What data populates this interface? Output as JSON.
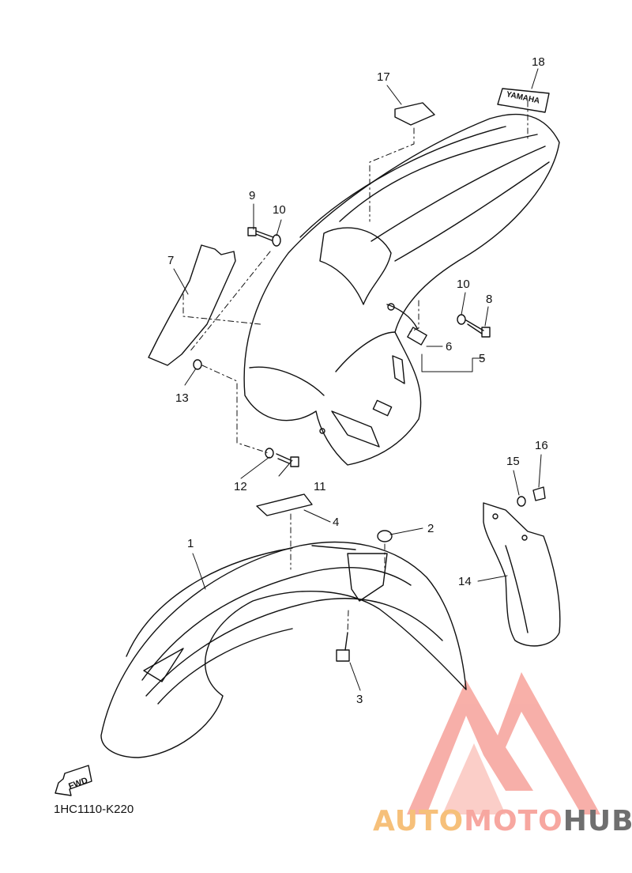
{
  "diagram": {
    "part_code": "1HC1110-K220",
    "fwd_label": "FWD",
    "decal_text": "YAMAHA",
    "callouts": [
      "1",
      "2",
      "3",
      "4",
      "5",
      "6",
      "7",
      "8",
      "9",
      "10",
      "10",
      "11",
      "12",
      "13",
      "14",
      "15",
      "16",
      "17",
      "18"
    ]
  },
  "watermark": {
    "part1": "AUTO",
    "part2": "MOTO",
    "part3": "HUB",
    "colors": {
      "auto": "#f6c07a",
      "moto": "#f7a7a0",
      "hub": "#6f6f6f",
      "logo": "#f7a7a0"
    }
  }
}
